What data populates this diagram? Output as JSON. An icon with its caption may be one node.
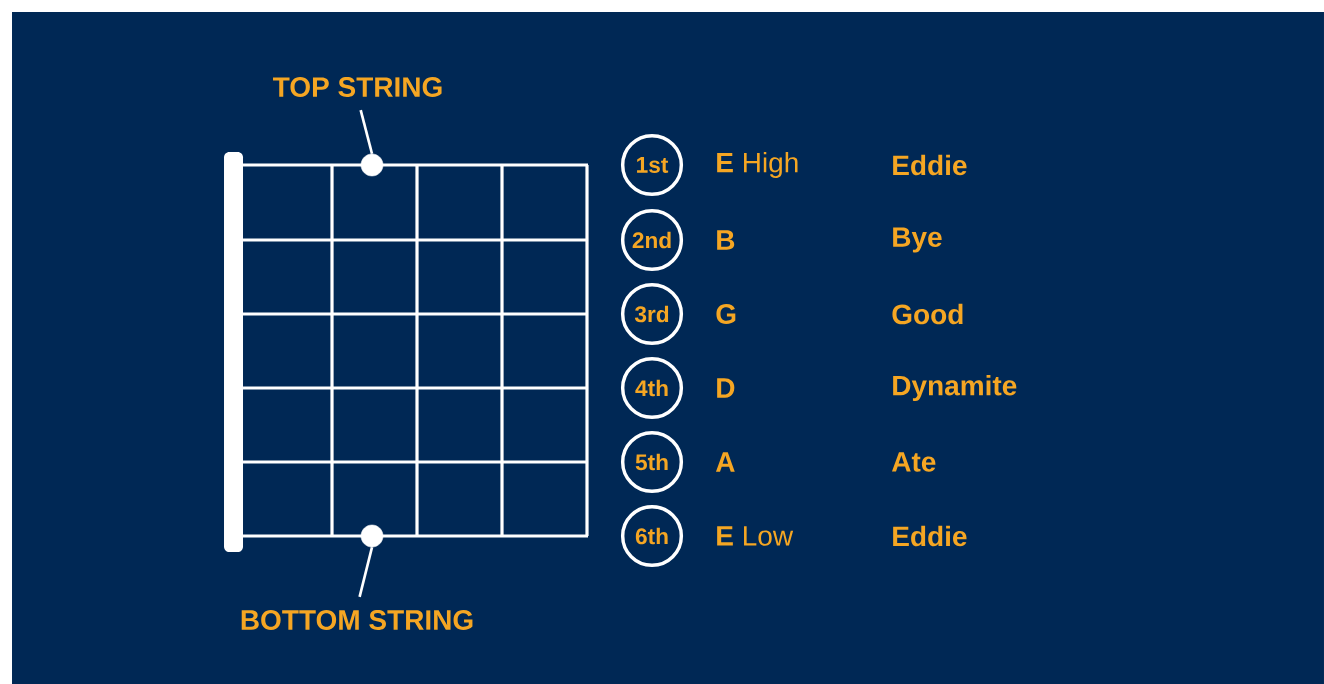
{
  "diagram": {
    "nodes": [
      {
        "text": [
          "TOP STRING"
        ]
      },
      {
        "text": [],
        "shape": "circle"
      },
      {
        "text": [],
        "shape": "circle"
      },
      {
        "text": [
          "BOTTOM STRING"
        ]
      },
      {
        "text": [
          "1st"
        ]
      },
      {
        "text": [
          "2nd"
        ]
      },
      {
        "text": [
          "3rd"
        ]
      },
      {
        "text": [
          "4th"
        ]
      },
      {
        "text": [
          "5th"
        ]
      },
      {
        "text": [
          "6th"
        ]
      }
    ],
    "edges": [
      {
        "from": 0,
        "to": 1,
        "arrow": "none"
      },
      {
        "from": 3,
        "to": 2,
        "arrow": "none"
      }
    ],
    "labels": [
      "**E** High",
      "Eddie",
      "B",
      "Bye",
      "G",
      "Good",
      "D",
      "Dynamite",
      "A",
      "Ate",
      "**E** Low",
      "Eddie"
    ]
  }
}
